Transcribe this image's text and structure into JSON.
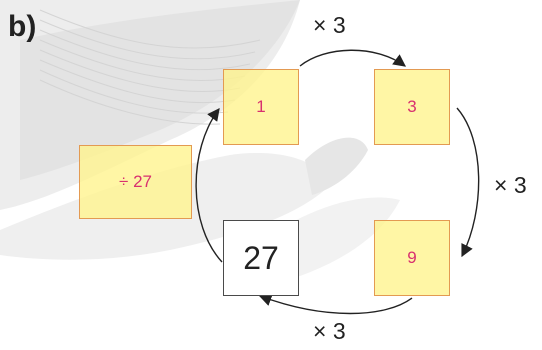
{
  "label": "b)",
  "boxes": {
    "one": "1",
    "three": "3",
    "nine": "9",
    "twenty_seven": "27",
    "divide": "÷ 27"
  },
  "operations": {
    "top": "× 3",
    "right": "× 3",
    "bottom": "× 3"
  },
  "colors": {
    "box_fill": "#fff38c",
    "box_border": "#e39a52",
    "number_text": "#d8306f"
  }
}
